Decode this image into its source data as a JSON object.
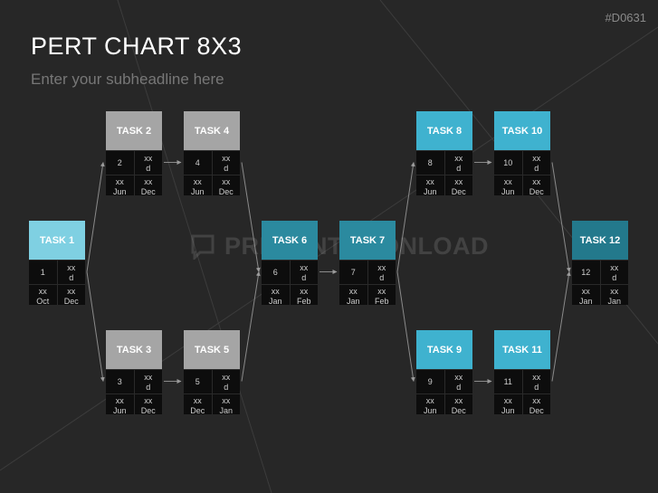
{
  "code": "#D0631",
  "title": "PERT CHART 8X3",
  "subtitle": "Enter your subheadline here",
  "watermark": "PRESENTATIONLOAD",
  "colors": {
    "grey": "#a5a5a5",
    "lightblue": "#7fd0e2",
    "teal": "#2b8a9f",
    "blue": "#3fb2cf",
    "darkteal": "#23798c"
  },
  "tasks": {
    "t1": {
      "name": "TASK 1",
      "num": "1",
      "dur": "xx\nd",
      "s1": "xx",
      "s2": "Oct",
      "e1": "xx",
      "e2": "Dec",
      "color": "lightblue"
    },
    "t2": {
      "name": "TASK 2",
      "num": "2",
      "dur": "xx\nd",
      "s1": "xx",
      "s2": "Jun",
      "e1": "xx",
      "e2": "Dec",
      "color": "grey"
    },
    "t3": {
      "name": "TASK 3",
      "num": "3",
      "dur": "xx\nd",
      "s1": "xx",
      "s2": "Jun",
      "e1": "xx",
      "e2": "Dec",
      "color": "grey"
    },
    "t4": {
      "name": "TASK 4",
      "num": "4",
      "dur": "xx\nd",
      "s1": "xx",
      "s2": "Jun",
      "e1": "xx",
      "e2": "Dec",
      "color": "grey"
    },
    "t5": {
      "name": "TASK 5",
      "num": "5",
      "dur": "xx\nd",
      "s1": "xx",
      "s2": "Dec",
      "e1": "xx",
      "e2": "Jan",
      "color": "grey"
    },
    "t6": {
      "name": "TASK 6",
      "num": "6",
      "dur": "xx\nd",
      "s1": "xx",
      "s2": "Jan",
      "e1": "xx",
      "e2": "Feb",
      "color": "teal"
    },
    "t7": {
      "name": "TASK 7",
      "num": "7",
      "dur": "xx\nd",
      "s1": "xx",
      "s2": "Jan",
      "e1": "xx",
      "e2": "Feb",
      "color": "teal"
    },
    "t8": {
      "name": "TASK 8",
      "num": "8",
      "dur": "xx\nd",
      "s1": "xx",
      "s2": "Jun",
      "e1": "xx",
      "e2": "Dec",
      "color": "blue"
    },
    "t9": {
      "name": "TASK 9",
      "num": "9",
      "dur": "xx\nd",
      "s1": "xx",
      "s2": "Jun",
      "e1": "xx",
      "e2": "Dec",
      "color": "blue"
    },
    "t10": {
      "name": "TASK 10",
      "num": "10",
      "dur": "xx\nd",
      "s1": "xx",
      "s2": "Jun",
      "e1": "xx",
      "e2": "Dec",
      "color": "blue"
    },
    "t11": {
      "name": "TASK 11",
      "num": "11",
      "dur": "xx\nd",
      "s1": "xx",
      "s2": "Jun",
      "e1": "xx",
      "e2": "Dec",
      "color": "blue"
    },
    "t12": {
      "name": "TASK 12",
      "num": "12",
      "dur": "xx\nd",
      "s1": "xx",
      "s2": "Jan",
      "e1": "xx",
      "e2": "Jan",
      "color": "darkteal"
    }
  },
  "edges": [
    [
      "t1",
      "t2"
    ],
    [
      "t1",
      "t3"
    ],
    [
      "t2",
      "t4"
    ],
    [
      "t3",
      "t5"
    ],
    [
      "t4",
      "t6"
    ],
    [
      "t5",
      "t6"
    ],
    [
      "t6",
      "t7"
    ],
    [
      "t7",
      "t8"
    ],
    [
      "t7",
      "t9"
    ],
    [
      "t8",
      "t10"
    ],
    [
      "t9",
      "t11"
    ],
    [
      "t10",
      "t12"
    ],
    [
      "t11",
      "t12"
    ]
  ]
}
